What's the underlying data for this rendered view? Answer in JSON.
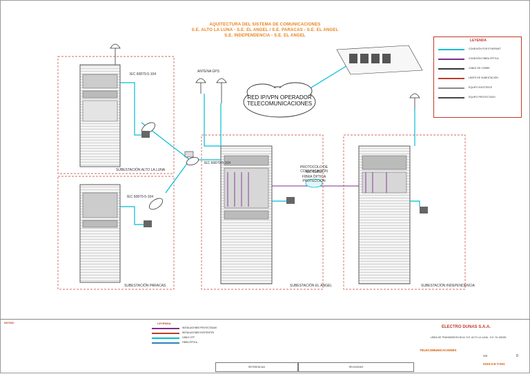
{
  "title_lines": [
    "AQUITECTURA DEL SISTEMA DE COMUNICACIONES",
    "S.E. ALTO LA LUNA - S.E. EL ANGEL / S.E. PARACAS - S.E. EL ANGEL",
    "S.E. INDEPENDENCIA - S.E. EL ANGEL"
  ],
  "labels": {
    "iec_alto": "IEC 60870-5-104",
    "iec_paracas": "IEC 60870-5-104",
    "iec_center": "IEC 60870-5-104",
    "cloud": "RED IP/VPN OPERADOR TELECOMUNICACIONES",
    "protocol_1": "PROTOCOLO DE COMUNICACIÓN",
    "protocol_2": "IEC 61850",
    "protocol_3": "FIBRA ÓPTICA PROTECCIÓN",
    "sub_alto": "SUBESTACIÓN ALTO LA LUNA",
    "sub_paracas": "SUBESTACIÓN PARACAS",
    "sub_angel": "SUBESTACIÓN EL ÁNGEL",
    "sub_indep": "SUBESTACIÓN INDEPENDENCIA",
    "antenna": "ANTENA GPS",
    "notes_heading": "NOTAS:"
  },
  "legend": {
    "title": "LEYENDA",
    "items": [
      {
        "color": "#00bcd4",
        "label": "CONEXIÓN POR ETHERNET"
      },
      {
        "color": "#7b2d8e",
        "label": "CONEXIÓN FIBRA ÓPTICA"
      },
      {
        "color": "#333333",
        "label": "CABLE DE COBRE"
      },
      {
        "color": "#c0392b",
        "label": "LÍMITE DE SUBESTACIÓN"
      },
      {
        "color": "#888888",
        "label": "EQUIPO EXISTENTE"
      },
      {
        "color": "#444444",
        "label": "EQUIPO PROYECTADO"
      }
    ]
  },
  "bottom_legend": {
    "title": "LEYENDA:",
    "items": [
      {
        "color": "#7b2d8e",
        "label": "INSTALACIONES PROYECTADAS"
      },
      {
        "color": "#c0392b",
        "label": "INSTALACIONES EXISTENTES"
      },
      {
        "color": "#00bcd4",
        "label": "CABLE UTP"
      },
      {
        "color": "#2c7fb8",
        "label": "FIBRA ÓPTICA"
      }
    ]
  },
  "title_block": {
    "company": "ELECTRO DUNAS S.A.A.",
    "project": "LÍNEA DE TRANSMISIÓN 60 kV S.E. ALTO LA LUNA - S.E. EL ANGEL",
    "discipline": "TELECOMUNICACIONES",
    "sheet_code": "0103-2-E-T-001",
    "revision": "0",
    "scale": "S/E",
    "revisions_label": "REVISIONES",
    "references_label": "REFERENCIAS"
  },
  "colors": {
    "orange": "#e8801a",
    "cyan": "#00bcd4",
    "purple": "#7b2d8e",
    "red": "#c0392b"
  }
}
